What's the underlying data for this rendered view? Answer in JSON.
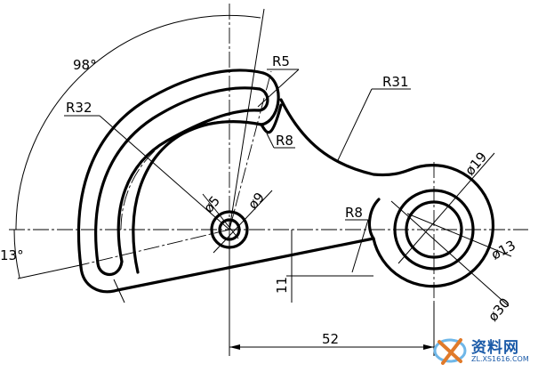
{
  "dimensions": {
    "angle_98": "98°",
    "angle_13": "13°",
    "r5": "R5",
    "r31": "R31",
    "r32": "R32",
    "r8_top": "R8",
    "r8_bottom": "R8",
    "dia5": "ø5",
    "dia9": "ø9",
    "dia19": "ø19",
    "dia13": "ø13",
    "dia30": "ø30",
    "dim11": "11",
    "dim52": "52"
  },
  "watermark": {
    "title": "资料网",
    "url": "ZL.XS1616.COM"
  }
}
